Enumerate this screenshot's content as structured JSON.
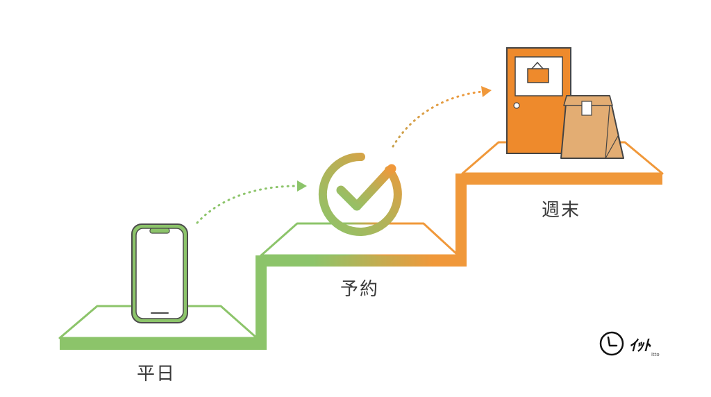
{
  "steps": [
    {
      "label": "平日",
      "icon": "smartphone-icon"
    },
    {
      "label": "予約",
      "icon": "checkmark-circle-icon"
    },
    {
      "label": "週末",
      "icon": "shop-door-and-bag-icon"
    }
  ],
  "brand": {
    "wordmark": "ｲｯﾄ",
    "sub": "itto"
  },
  "colors": {
    "green": "#8cc46a",
    "orange": "#f0983a",
    "door": "#ee8a2c",
    "bag": "#e3ad73",
    "outline": "#444444"
  }
}
